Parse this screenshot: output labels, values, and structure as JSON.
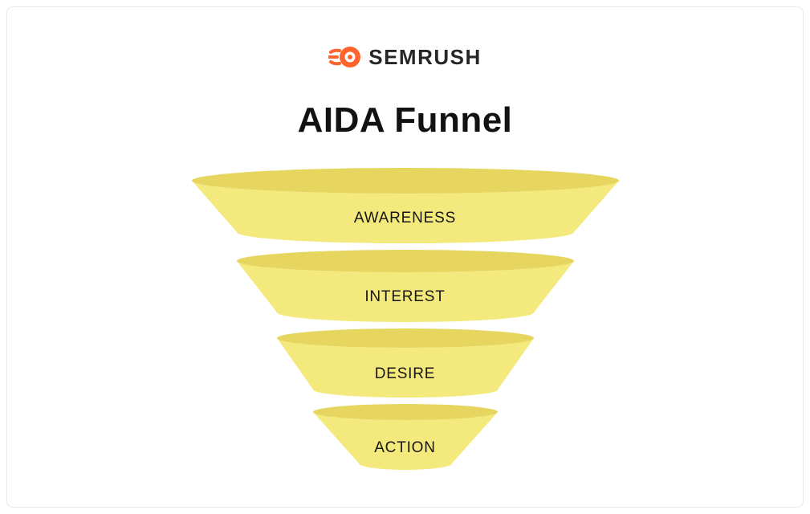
{
  "logo": {
    "text": "SEMRUSH",
    "icon": "semrush-flame-icon",
    "color": "#ff642d"
  },
  "title": "AIDA Funnel",
  "funnel": {
    "body_color": "#f4e97c",
    "rim_color": "#e6d65f",
    "stages": [
      {
        "label": "AWARENESS"
      },
      {
        "label": "INTEREST"
      },
      {
        "label": "DESIRE"
      },
      {
        "label": "ACTION"
      }
    ]
  }
}
